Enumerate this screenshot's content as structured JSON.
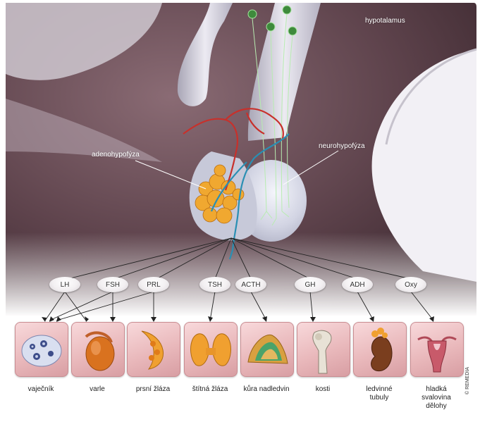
{
  "labels": {
    "hypothalamus": "hypotalamus",
    "adenohypophysis": "adenohypofýza",
    "neurohypophysis": "neurohypofýza"
  },
  "hormones": [
    "LH",
    "FSH",
    "PRL",
    "TSH",
    "ACTH",
    "GH",
    "ADH",
    "Oxy"
  ],
  "targets": [
    {
      "label": "vaječník",
      "icon": "ovary-icon"
    },
    {
      "label": "varle",
      "icon": "testis-icon"
    },
    {
      "label": "prsní žláza",
      "icon": "mammary-gland-icon"
    },
    {
      "label": "štítná žláza",
      "icon": "thyroid-icon"
    },
    {
      "label": "kůra nadledvin",
      "icon": "adrenal-cortex-icon"
    },
    {
      "label": "kosti",
      "icon": "bone-icon"
    },
    {
      "label": "ledvinné tubuly",
      "icon": "kidney-icon"
    },
    {
      "label": "hladká svalovina dělohy",
      "icon": "uterus-icon"
    }
  ],
  "credit": "© REMEDIA",
  "colors": {
    "background_dark": "#5a3f48",
    "tissue_light": "#dcdde6",
    "artery": "#c8302b",
    "vein": "#2a8fb3",
    "gland_tissue": "#f0a830",
    "organ_tile": "#f2c8cb"
  }
}
